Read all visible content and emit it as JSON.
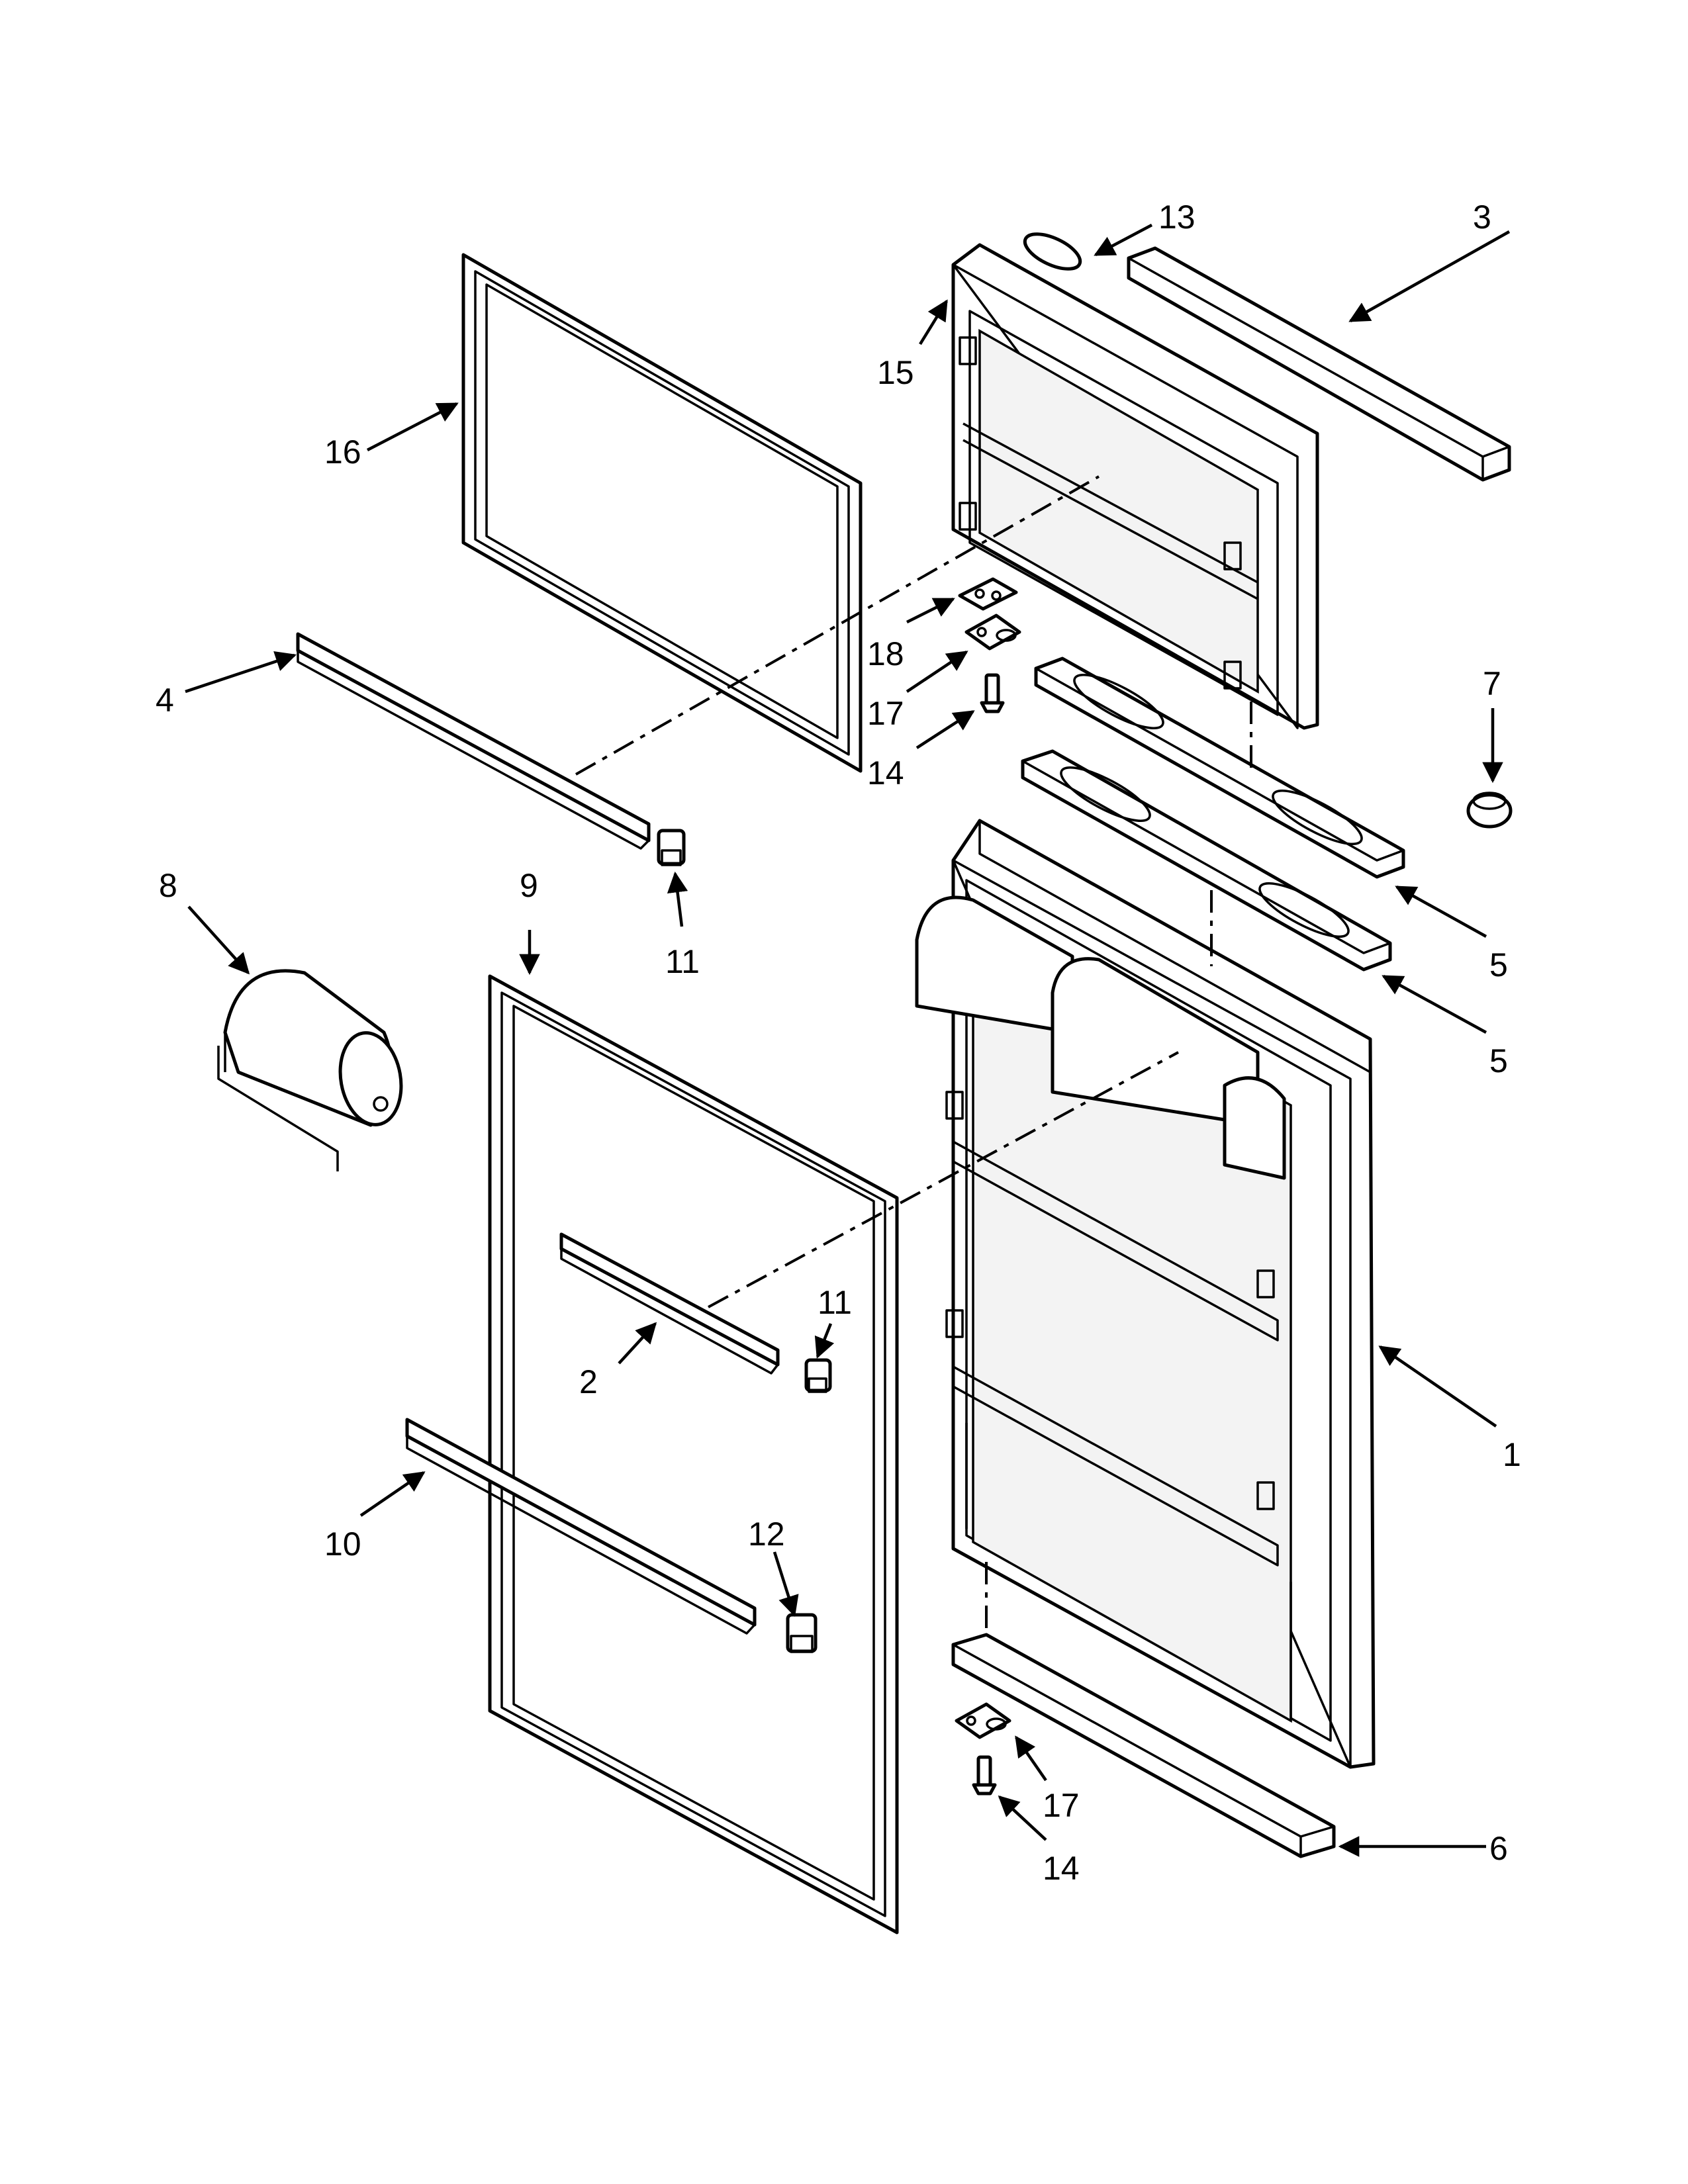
{
  "diagram": {
    "line_color": "#000000",
    "background": "#ffffff",
    "callouts": [
      {
        "id": "c13",
        "label": "13"
      },
      {
        "id": "c3",
        "label": "3"
      },
      {
        "id": "c15",
        "label": "15"
      },
      {
        "id": "c16",
        "label": "16"
      },
      {
        "id": "c18",
        "label": "18"
      },
      {
        "id": "c17a",
        "label": "17"
      },
      {
        "id": "c14a",
        "label": "14"
      },
      {
        "id": "c4",
        "label": "4"
      },
      {
        "id": "c7",
        "label": "7"
      },
      {
        "id": "c8",
        "label": "8"
      },
      {
        "id": "c9",
        "label": "9"
      },
      {
        "id": "c11a",
        "label": "11"
      },
      {
        "id": "c5a",
        "label": "5"
      },
      {
        "id": "c5b",
        "label": "5"
      },
      {
        "id": "c11b",
        "label": "11"
      },
      {
        "id": "c2",
        "label": "2"
      },
      {
        "id": "c1",
        "label": "1"
      },
      {
        "id": "c10",
        "label": "10"
      },
      {
        "id": "c12",
        "label": "12"
      },
      {
        "id": "c17b",
        "label": "17"
      },
      {
        "id": "c14b",
        "label": "14"
      },
      {
        "id": "c6",
        "label": "6"
      }
    ]
  }
}
